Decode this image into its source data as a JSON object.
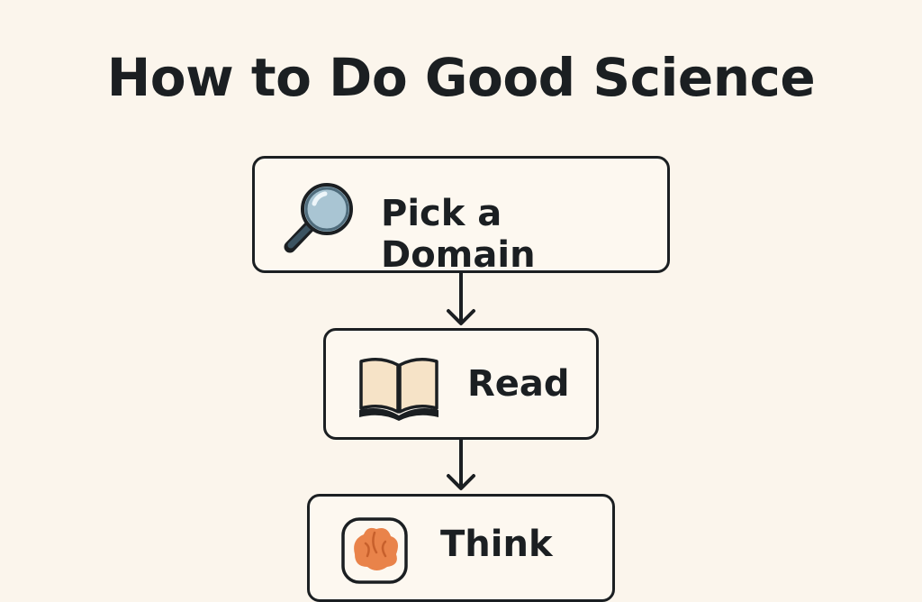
{
  "title": "How to Do Good Science",
  "steps": [
    {
      "label": "Pick a Domain",
      "icon": "magnifying-glass-icon"
    },
    {
      "label": "Read",
      "icon": "open-book-icon"
    },
    {
      "label": "Think",
      "icon": "brain-icon"
    }
  ],
  "colors": {
    "background": "#fbf5ec",
    "stroke": "#1b1f22",
    "lens": "#a9c5d3",
    "book_pages": "#f6e3c7",
    "brain": "#e9834a"
  }
}
